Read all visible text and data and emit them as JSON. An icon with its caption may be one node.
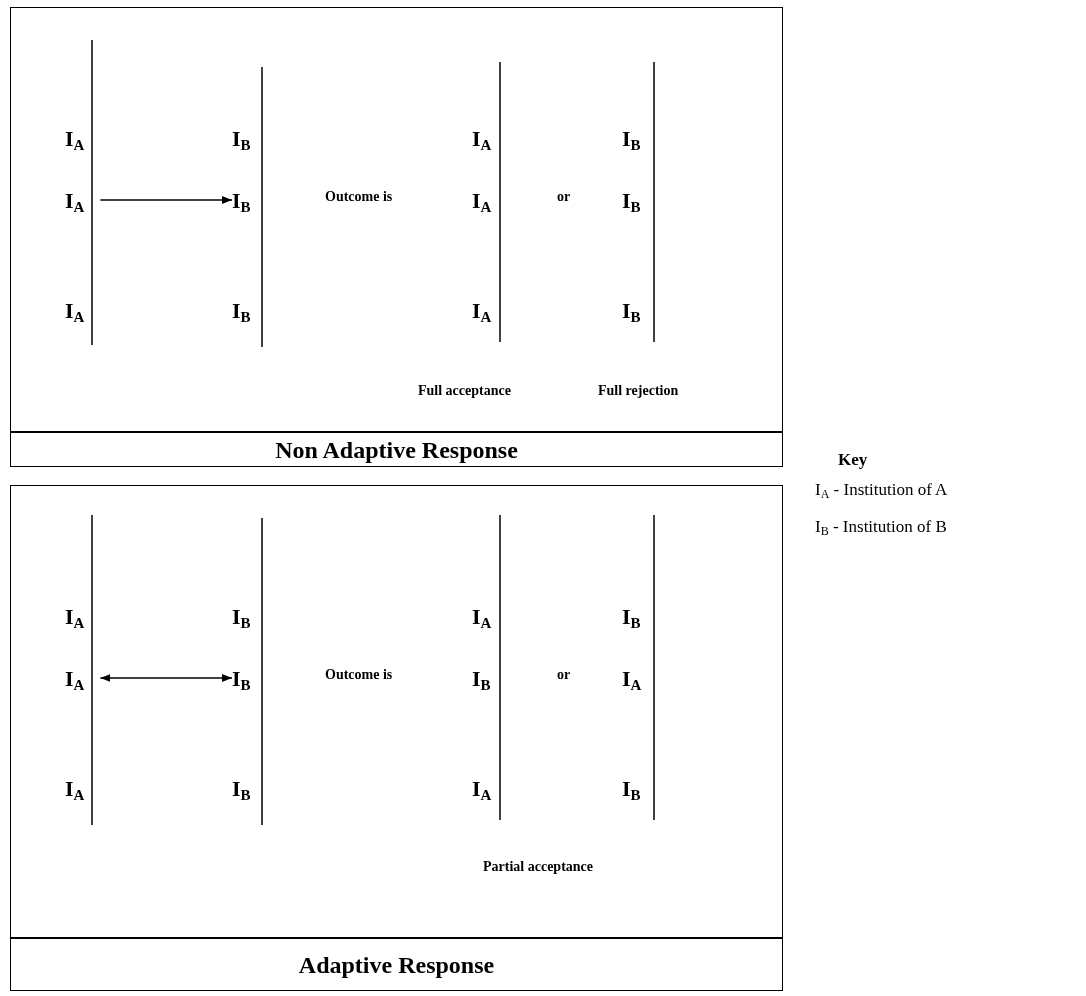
{
  "diagram": {
    "nodes": [
      {
        "text": [
          "Non Adaptive Response"
        ]
      },
      {
        "text": [
          "I$_{A}$"
        ],
        "in": 0
      },
      {
        "text": [
          "I$_{B}$"
        ],
        "in": 0
      },
      {
        "text": [
          "Adaptive Response"
        ]
      },
      {
        "text": [
          "I$_{A}$"
        ],
        "in": 3
      },
      {
        "text": [
          "I$_{B}$"
        ],
        "in": 3
      }
    ],
    "edges": [
      {
        "from": 1,
        "to": 2,
        "arrow": "to"
      },
      {
        "from": 4,
        "to": 5,
        "arrow": "both"
      }
    ],
    "labels": [
      "I$_{A}$",
      "I$_{B}$",
      "I$_{A}$",
      "I$_{B}$",
      "Outcome is",
      "I$_{A}$",
      "or",
      "I$_{B}$",
      "I$_{A}$",
      "I$_{B}$",
      "I$_{A}$",
      "I$_{B}$",
      "Full acceptance",
      "Full rejection",
      "Key",
      "I$_{A}$ - Institution of A",
      "I$_{B}$ - Institution of B",
      "I$_{A}$",
      "I$_{B}$",
      "I$_{A}$",
      "I$_{B}$",
      "Outcome is",
      "I$_{B}$",
      "or",
      "I$_{A}$",
      "I$_{A}$",
      "I$_{B}$",
      "I$_{A}$",
      "I$_{B}$",
      "Partial acceptance"
    ]
  }
}
